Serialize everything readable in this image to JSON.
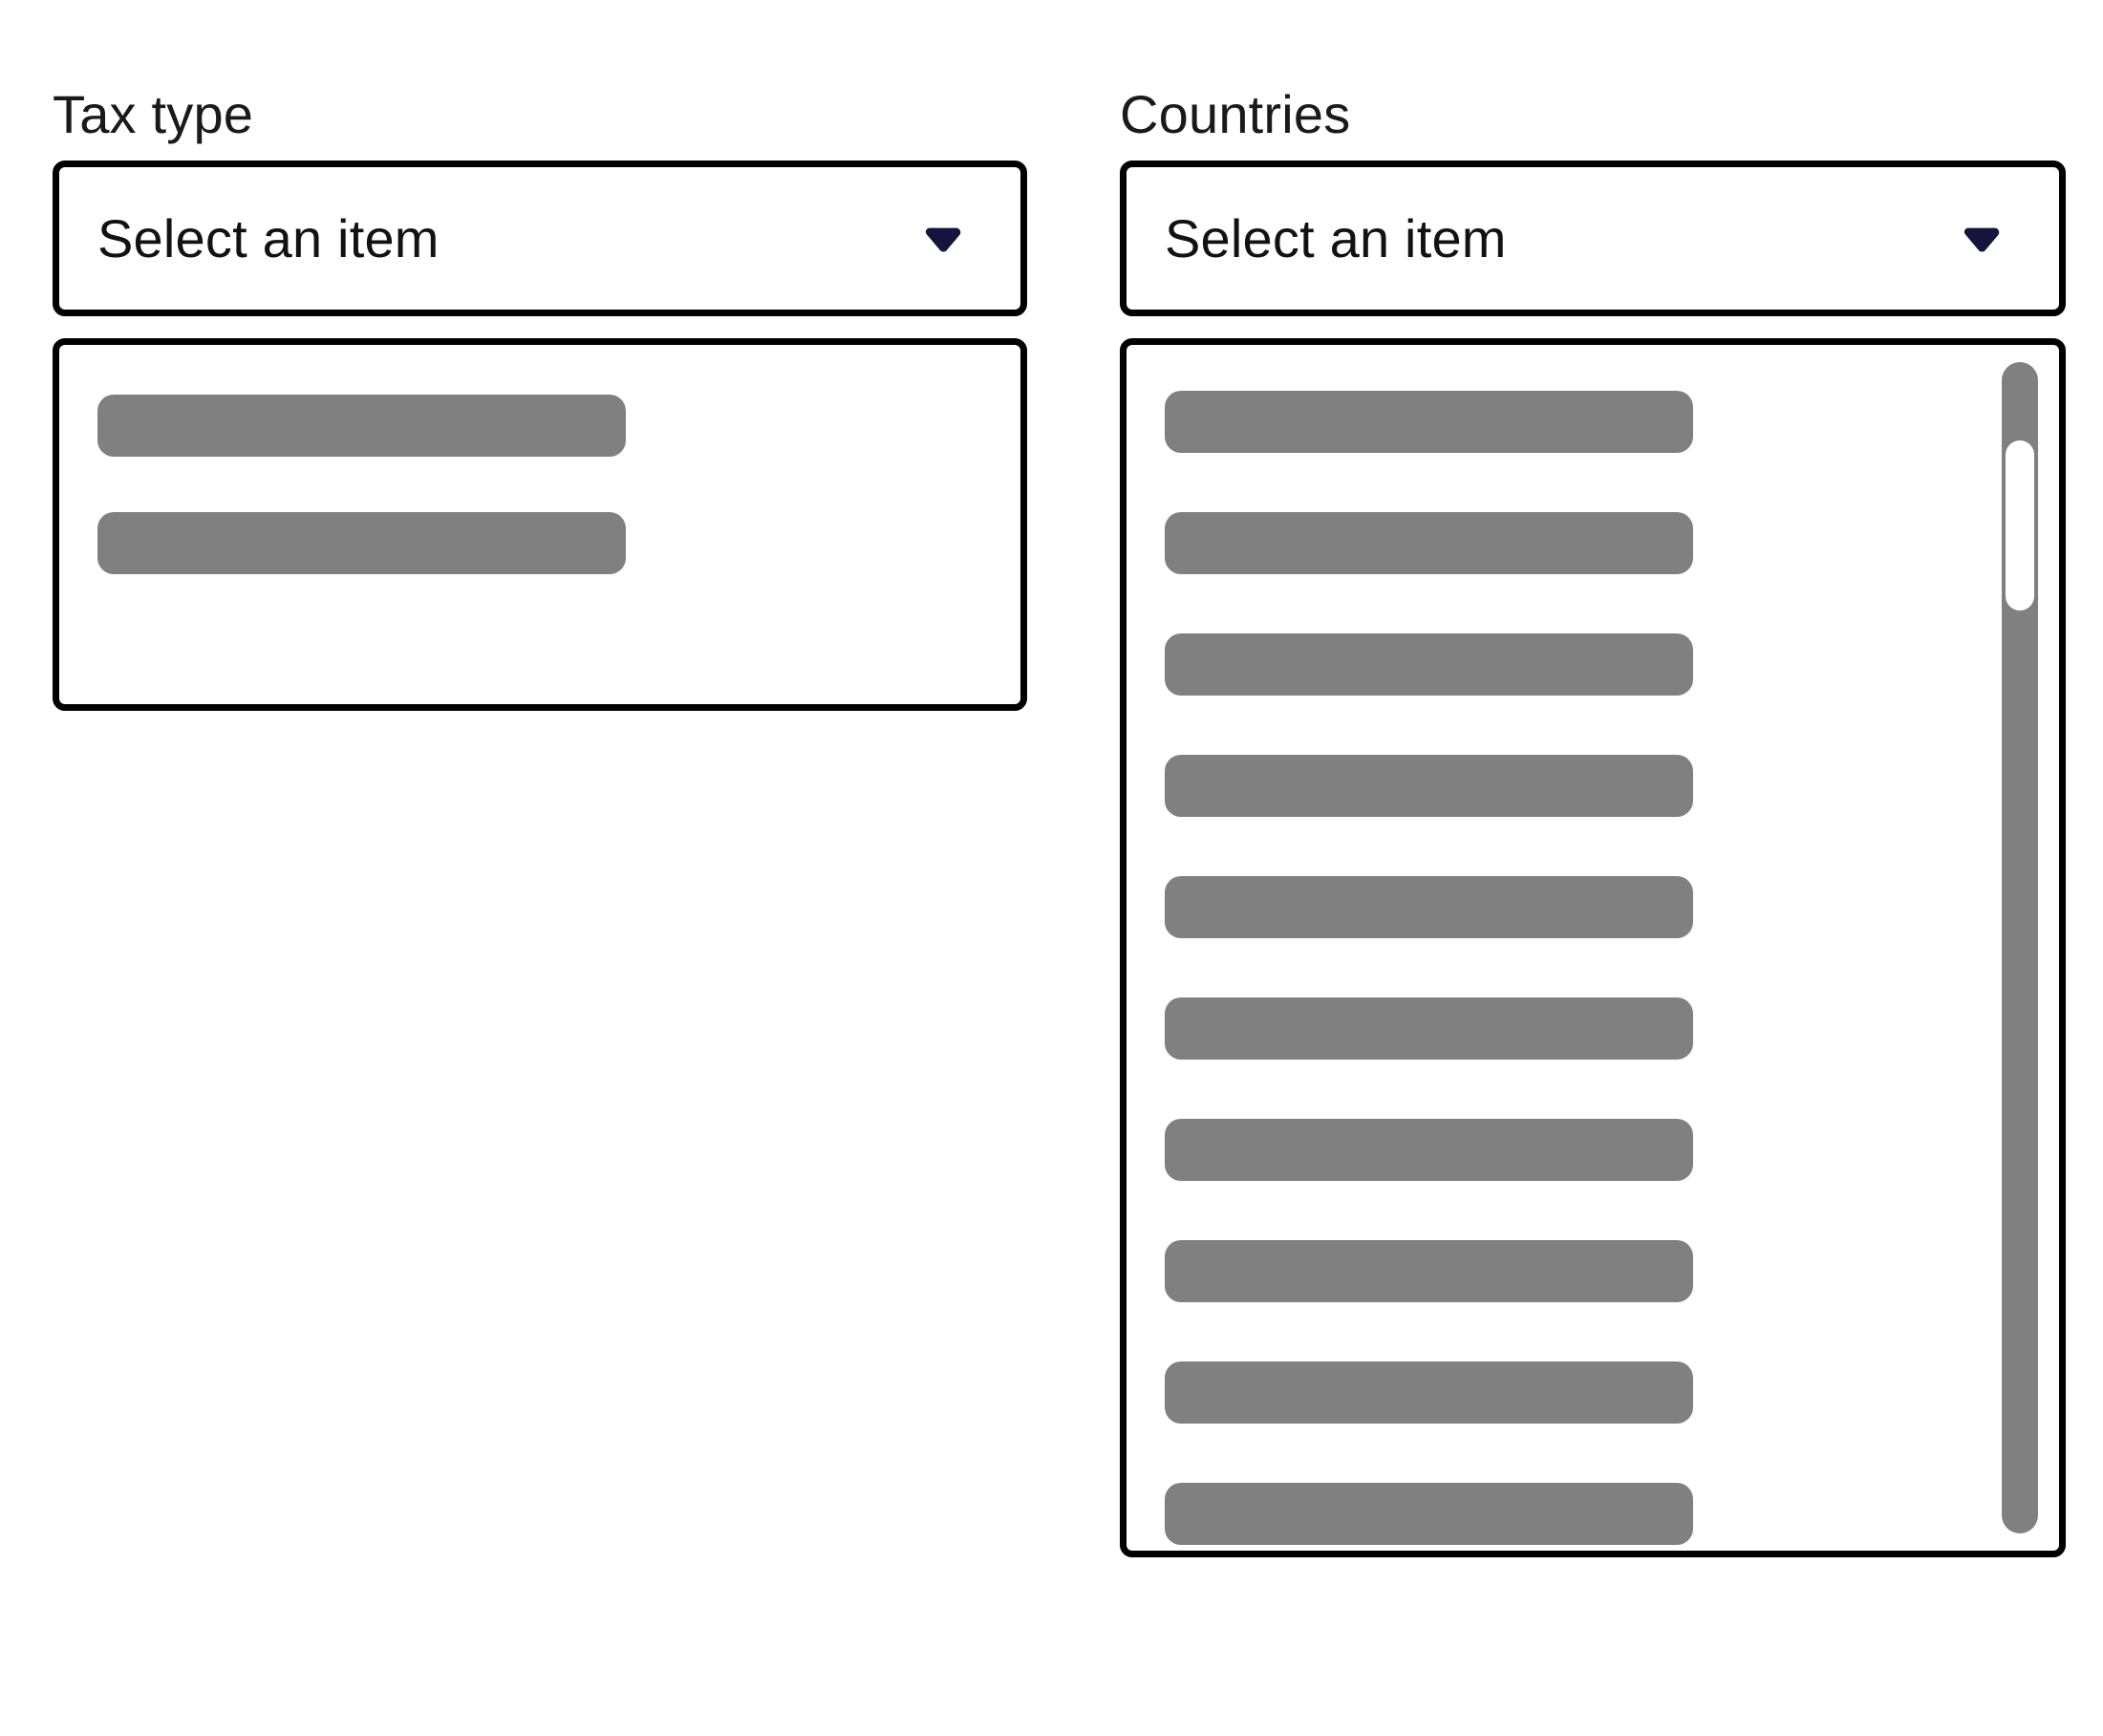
{
  "fields": [
    {
      "id": "tax-type",
      "label": "Tax type",
      "combobox": {
        "value": "Select an item",
        "placeholder": "Select an item",
        "caret_icon": "chevron-down-icon",
        "caret_color": "#14143c",
        "expanded": true
      },
      "listbox": {
        "state": "loading",
        "item_count": 2,
        "skeleton_color": "#808080",
        "items": [
          {
            "index": 0,
            "label": ""
          },
          {
            "index": 1,
            "label": ""
          }
        ],
        "scrollbar": {
          "visible": false
        }
      }
    },
    {
      "id": "countries",
      "label": "Countries",
      "combobox": {
        "value": "Select an item",
        "placeholder": "Select an item",
        "caret_icon": "chevron-down-icon",
        "caret_color": "#14143c",
        "expanded": true
      },
      "listbox": {
        "state": "loading",
        "item_count": 10,
        "skeleton_color": "#808080",
        "items": [
          {
            "index": 0,
            "label": ""
          },
          {
            "index": 1,
            "label": ""
          },
          {
            "index": 2,
            "label": ""
          },
          {
            "index": 3,
            "label": ""
          },
          {
            "index": 4,
            "label": ""
          },
          {
            "index": 5,
            "label": ""
          },
          {
            "index": 6,
            "label": ""
          },
          {
            "index": 7,
            "label": ""
          },
          {
            "index": 8,
            "label": ""
          },
          {
            "index": 9,
            "label": ""
          }
        ],
        "scrollbar": {
          "visible": true,
          "orientation": "vertical",
          "track_color": "#808080",
          "thumb_color": "#ffffff",
          "thumb_position": "near-top"
        }
      }
    }
  ],
  "theme": {
    "background": "#ffffff",
    "border": "#000000",
    "text": "#121212",
    "label_text": "#1a1a1a",
    "accent": "#14143c",
    "skeleton": "#808080"
  }
}
